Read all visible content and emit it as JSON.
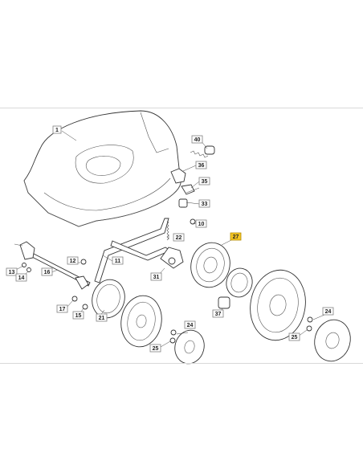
{
  "header": {
    "faint_text": ""
  },
  "labels": [
    {
      "id": "1",
      "text": "1",
      "highlight": false
    },
    {
      "id": "10",
      "text": "10",
      "highlight": false
    },
    {
      "id": "11",
      "text": "11",
      "highlight": false
    },
    {
      "id": "12",
      "text": "12",
      "highlight": false
    },
    {
      "id": "13",
      "text": "13",
      "highlight": false
    },
    {
      "id": "14",
      "text": "14",
      "highlight": false
    },
    {
      "id": "15",
      "text": "15",
      "highlight": false
    },
    {
      "id": "16",
      "text": "16",
      "highlight": false
    },
    {
      "id": "17",
      "text": "17",
      "highlight": false
    },
    {
      "id": "21",
      "text": "21",
      "highlight": false
    },
    {
      "id": "22",
      "text": "22",
      "highlight": false
    },
    {
      "id": "24a",
      "text": "24",
      "highlight": false
    },
    {
      "id": "24b",
      "text": "24",
      "highlight": false
    },
    {
      "id": "25a",
      "text": "25",
      "highlight": false
    },
    {
      "id": "25b",
      "text": "25",
      "highlight": false
    },
    {
      "id": "27",
      "text": "27",
      "highlight": true
    },
    {
      "id": "31",
      "text": "31",
      "highlight": false
    },
    {
      "id": "33",
      "text": "33",
      "highlight": false
    },
    {
      "id": "35",
      "text": "35",
      "highlight": false
    },
    {
      "id": "36",
      "text": "36",
      "highlight": false
    },
    {
      "id": "37",
      "text": "37",
      "highlight": false
    },
    {
      "id": "40",
      "text": "40",
      "highlight": false
    }
  ],
  "colors": {
    "highlight": "#f6c624",
    "line": "#333333",
    "frame": "#d9d9d9"
  }
}
